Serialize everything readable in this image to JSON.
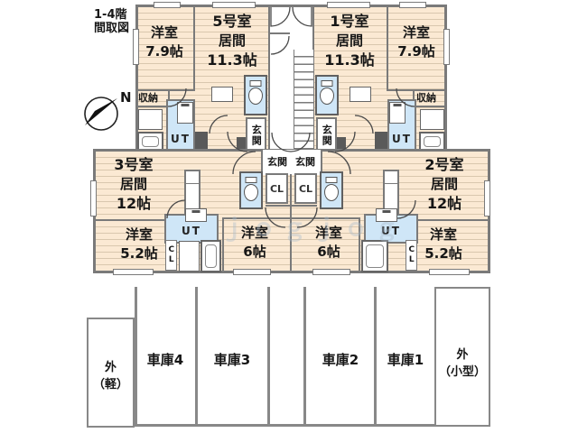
{
  "header": {
    "title_line1": "1-4階",
    "title_line2": "間取図"
  },
  "compass": {
    "north_label": "N"
  },
  "watermark": "ｊｏｇｊｏｇ",
  "units": {
    "unit5": {
      "name": "5号室",
      "living": "居間",
      "living_size": "11.3帖",
      "western": "洋室",
      "western_size": "7.9帖",
      "storage": "収納",
      "ut": "UT",
      "entrance": "玄関"
    },
    "unit1": {
      "name": "1号室",
      "living": "居間",
      "living_size": "11.3帖",
      "western": "洋室",
      "western_size": "7.9帖",
      "storage": "収納",
      "ut": "UT",
      "entrance": "玄関"
    },
    "unit3": {
      "name": "3号室",
      "living": "居間",
      "living_size": "12帖",
      "western_a": "洋室",
      "western_a_size": "5.2帖",
      "western_b": "洋室",
      "western_b_size": "6帖",
      "ut": "UT",
      "closet": "CL",
      "closet_vertical": "CL",
      "entrance": "玄関"
    },
    "unit2": {
      "name": "2号室",
      "living": "居間",
      "living_size": "12帖",
      "western_a": "洋室",
      "western_a_size": "5.2帖",
      "western_b": "洋室",
      "western_b_size": "6帖",
      "ut": "UT",
      "closet": "CL",
      "closet_vertical": "CL",
      "entrance": "玄関"
    }
  },
  "parking": {
    "outside_left": {
      "line1": "外",
      "line2": "（軽）"
    },
    "outside_right": {
      "line1": "外",
      "line2": "（小型）"
    },
    "garages": [
      {
        "label": "車庫4"
      },
      {
        "label": "車庫3"
      },
      {
        "label": "車庫2"
      },
      {
        "label": "車庫1"
      }
    ]
  },
  "colors": {
    "floor": "#fbe9d3",
    "floor_stripe": "#d9c7ae",
    "wet": "#cfe6f7",
    "wall": "#7a7a7a",
    "wall_dark": "#5a5a5a",
    "line": "#4a4a4a"
  }
}
